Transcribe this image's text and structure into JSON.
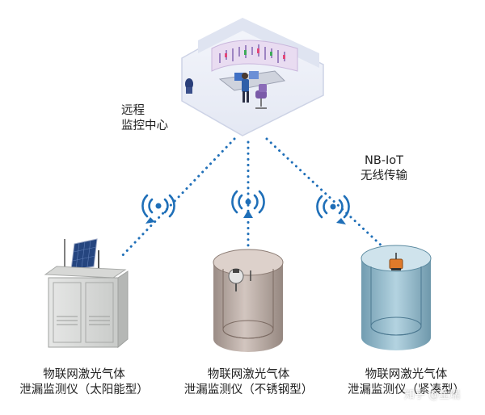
{
  "control_center": {
    "lines": [
      "远程",
      "监控中心"
    ]
  },
  "network": {
    "lines": [
      "NB-IoT",
      "无线传输"
    ]
  },
  "devices": [
    {
      "id": "solar",
      "lines": [
        "物联网激光气体",
        "泄漏监测仪（太阳能型）"
      ]
    },
    {
      "id": "steel",
      "lines": [
        "物联网激光气体",
        "泄漏监测仪（不锈钢型）"
      ]
    },
    {
      "id": "compact",
      "lines": [
        "物联网激光气体",
        "泄漏监测仪（紧凑型）"
      ]
    }
  ],
  "watermark": "知乎 @金瑞",
  "colors": {
    "link": "#1f6fb8",
    "signal": "#1f6fb8"
  }
}
